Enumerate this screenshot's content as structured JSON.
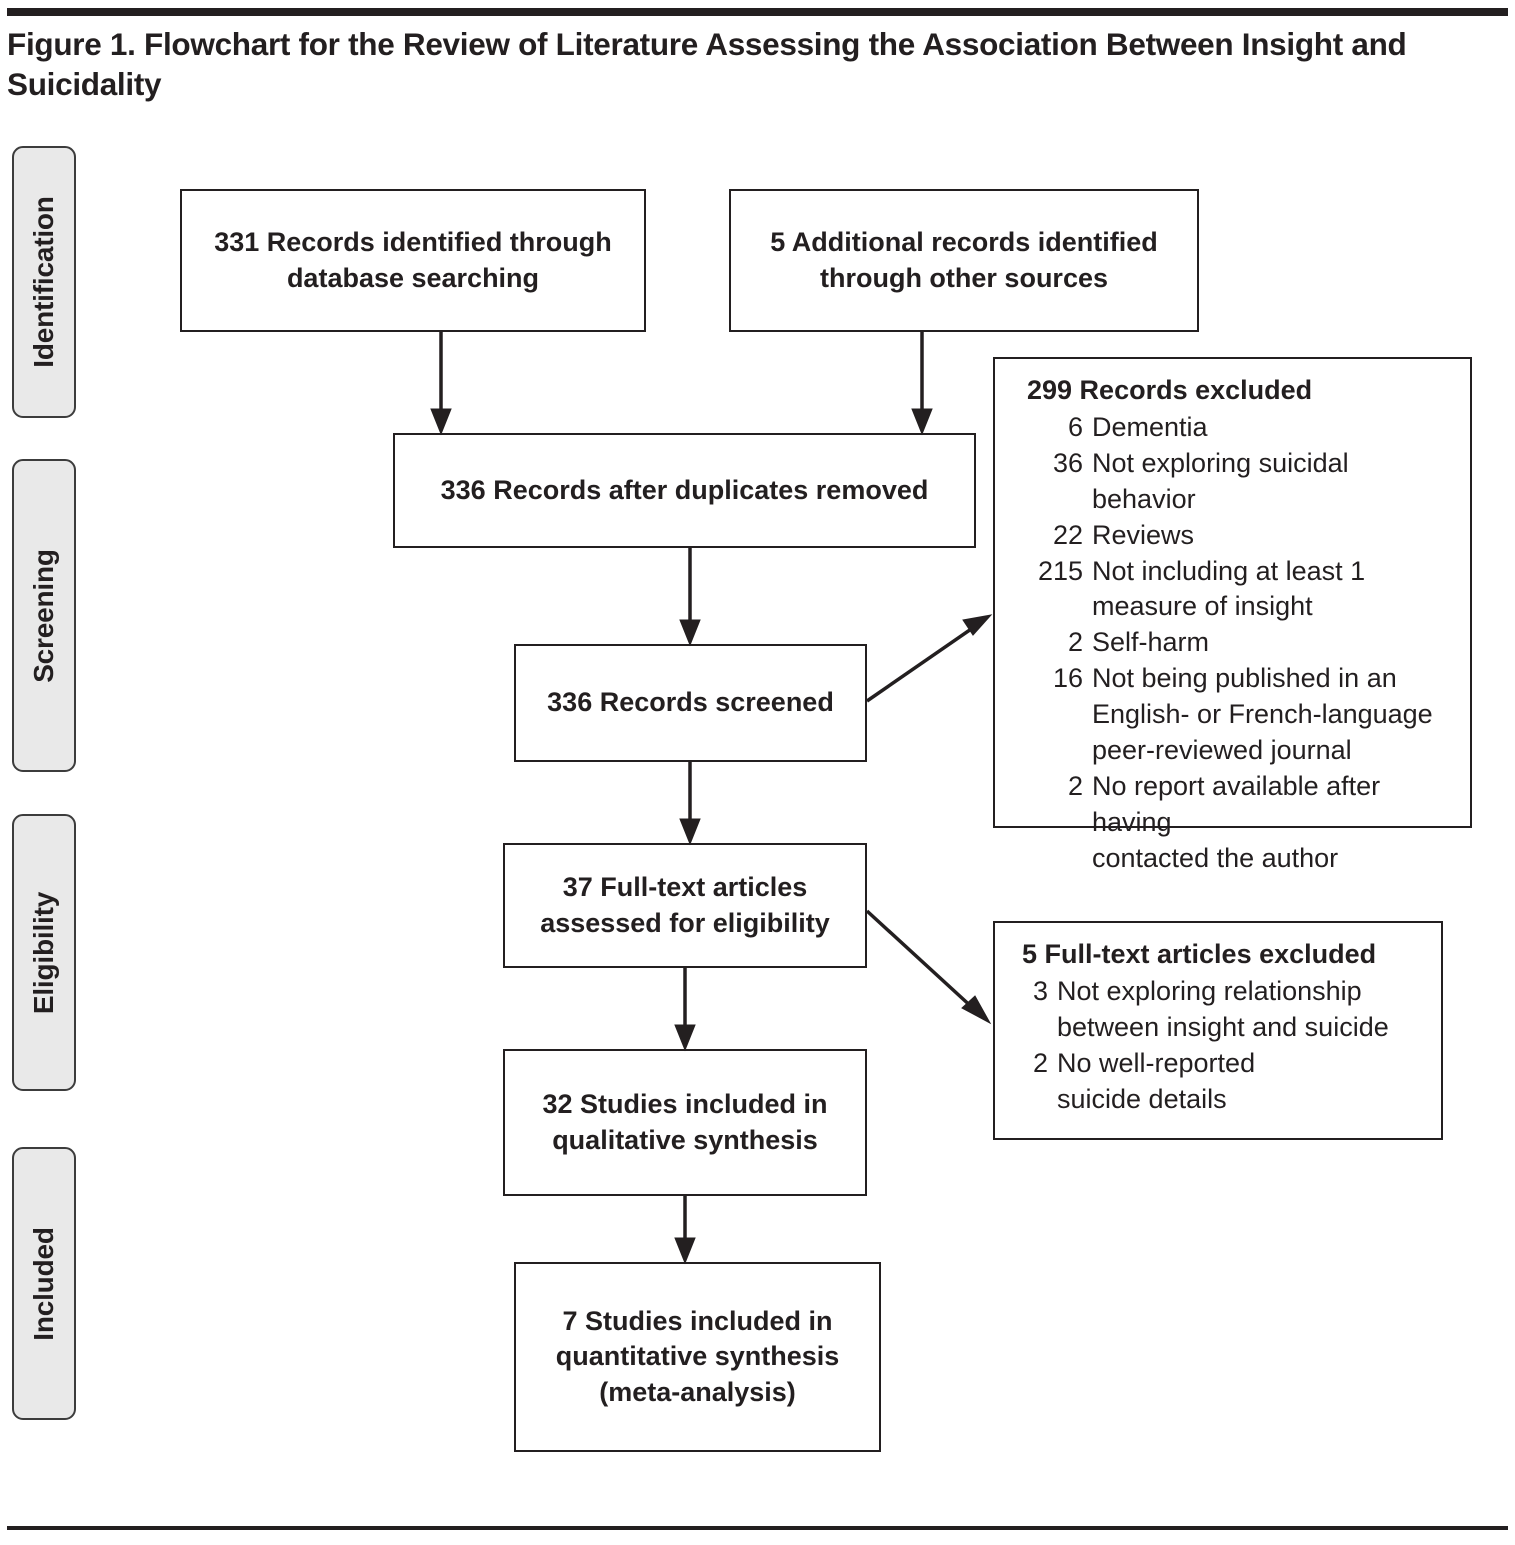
{
  "figure": {
    "title": "Figure 1. Flowchart for the Review of Literature Assessing the Association Between Insight and Suicidality"
  },
  "stages": [
    {
      "label": "Identification"
    },
    {
      "label": "Screening"
    },
    {
      "label": "Eligibility"
    },
    {
      "label": "Included"
    }
  ],
  "nodes": {
    "database_records": "331 Records identified through\ndatabase searching",
    "other_records": "5 Additional records identified\nthrough other sources",
    "duplicates_removed": "336 Records after duplicates removed",
    "records_screened": "336 Records screened",
    "fulltext_assessed": "37 Full-text articles\nassessed for eligibility",
    "qualitative_included": "32 Studies included in\nqualitative synthesis",
    "quantitative_included": "7 Studies included in\nquantitative synthesis\n(meta-analysis)"
  },
  "records_excluded": {
    "heading": "299 Records excluded",
    "items": [
      {
        "n": "6",
        "text": "Dementia"
      },
      {
        "n": "36",
        "text": "Not exploring suicidal behavior"
      },
      {
        "n": "22",
        "text": "Reviews"
      },
      {
        "n": "215",
        "text": "Not including at least 1\nmeasure of insight"
      },
      {
        "n": "2",
        "text": "Self-harm"
      },
      {
        "n": "16",
        "text": "Not being published in an\nEnglish- or French-language\npeer-reviewed journal"
      },
      {
        "n": "2",
        "text": "No report available after having\ncontacted the author"
      }
    ]
  },
  "fulltext_excluded": {
    "heading": "5 Full-text articles excluded",
    "items": [
      {
        "n": "3",
        "text": "Not exploring relationship\nbetween insight and suicide"
      },
      {
        "n": "2",
        "text": "No well-reported\nsuicide details"
      }
    ]
  },
  "colors": {
    "ink": "#231f20",
    "tab_fill": "#e9e9e9",
    "tab_border": "#3c3c3c",
    "canvas": "#ffffff"
  }
}
